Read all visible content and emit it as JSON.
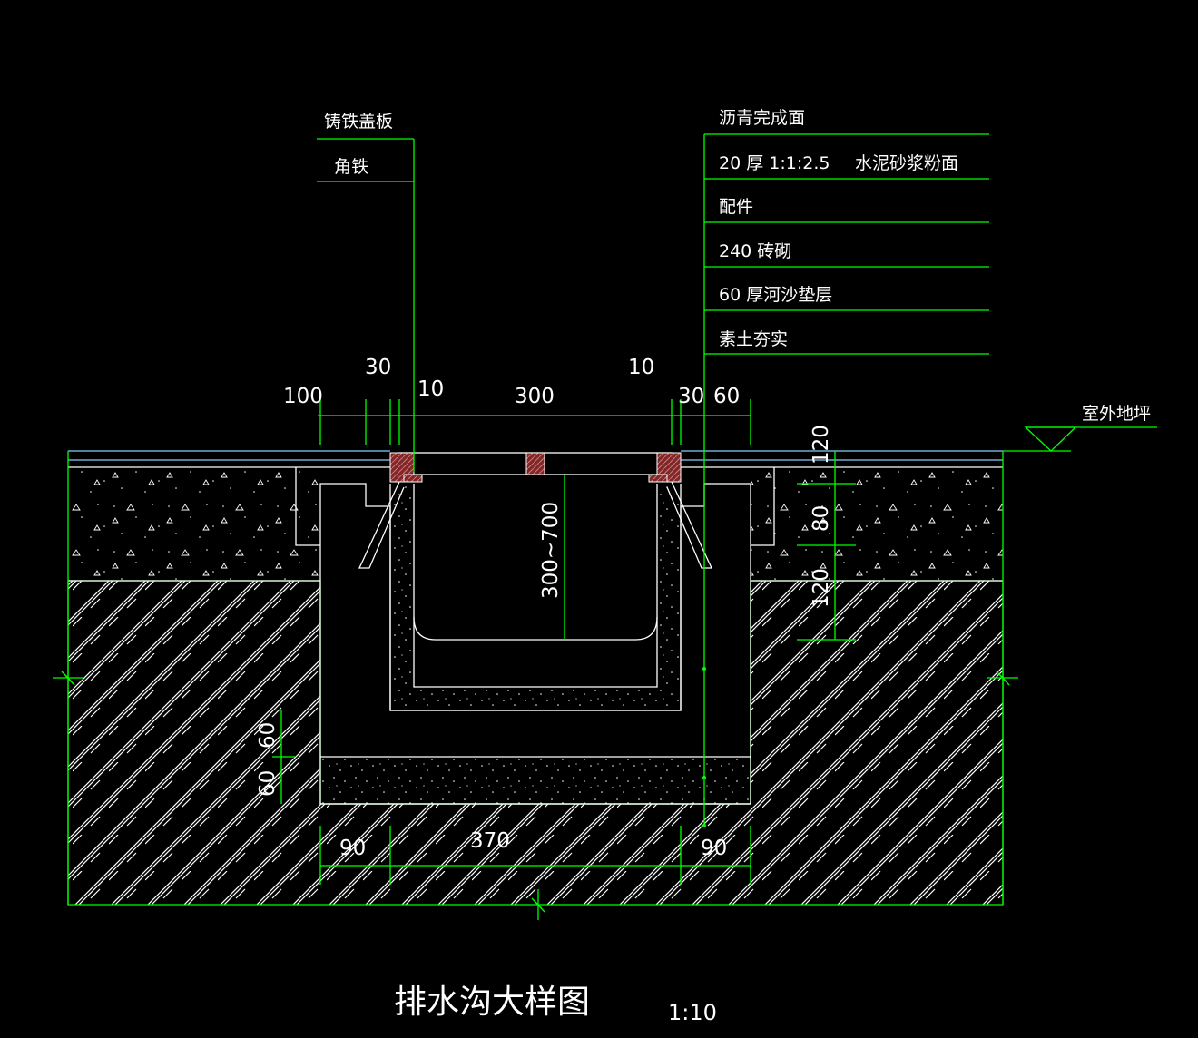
{
  "labels_left": [
    "铸铁盖板",
    "角铁"
  ],
  "labels_right": [
    "沥青完成面",
    "20  厚 1:1:2.5",
    "水泥砂浆粉面",
    "配件",
    "240   砖砌",
    "60  厚河沙垫层",
    "素土夯实"
  ],
  "ground_label": "室外地坪",
  "dims_top": {
    "d100": "100",
    "d30a": "30",
    "d10a": "10",
    "d300": "300",
    "d10b": "10",
    "d30b": "30",
    "d60": "60"
  },
  "dims_right": {
    "d120a": "120",
    "d80": "80",
    "d120b": "120"
  },
  "dim_inner": "300~700",
  "dims_left": {
    "d60a": "60",
    "d60b": "60"
  },
  "dims_bottom": {
    "d90a": "90",
    "d370": "370",
    "d90b": "90"
  },
  "title": "排水沟大样图",
  "scale": "1:10",
  "colors": {
    "line": "#00ff00",
    "outline": "#ffffff",
    "surface": "#7fd0ff",
    "cover": "#c05050",
    "background": "#000000"
  }
}
